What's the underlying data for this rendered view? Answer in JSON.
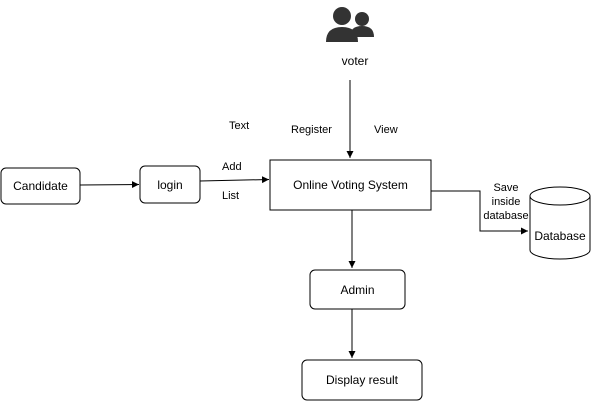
{
  "actors": {
    "voter": {
      "label": "voter",
      "icon": "users-icon"
    }
  },
  "nodes": {
    "candidate": "Candidate",
    "login": "login",
    "system": "Online Voting System",
    "admin": "Admin",
    "display_result": "Display result",
    "database": "Database"
  },
  "labels": {
    "text": "Text",
    "register": "Register",
    "view": "View",
    "add": "Add",
    "list": "List",
    "save_line1": "Save",
    "save_line2": "inside",
    "save_line3": "database"
  },
  "colors": {
    "stroke": "#000000",
    "background": "#ffffff",
    "icon_fill": "#333333"
  }
}
